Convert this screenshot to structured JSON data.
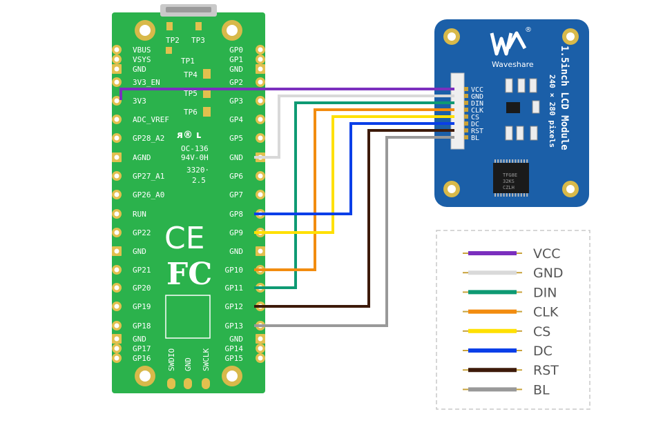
{
  "pico": {
    "left_pins": [
      "VBUS",
      "VSYS",
      "GND",
      "3V3_EN",
      "3V3",
      "ADC_VREF",
      "GP28_A2",
      "AGND",
      "GP27_A1",
      "GP26_A0",
      "RUN",
      "GP22",
      "GND",
      "GP21",
      "GP20",
      "GP19",
      "GP18",
      "GND",
      "GP17",
      "GP16"
    ],
    "right_pins": [
      "GP0",
      "GP1",
      "GND",
      "GP2",
      "GP3",
      "GP4",
      "GP5",
      "GND",
      "GP6",
      "GP7",
      "GP8",
      "GP9",
      "GND",
      "GP10",
      "GP11",
      "GP12",
      "GP13",
      "GND",
      "GP14",
      "GP15"
    ],
    "test_points": [
      "TP2",
      "TP3",
      "TP1",
      "TP4",
      "TP5",
      "TP6"
    ],
    "bottom_pins": [
      "SWDIO",
      "GND",
      "SWCLK"
    ],
    "marking_1": "OC-136",
    "marking_2": "94V-0H",
    "marking_3": "3320·",
    "marking_4": "2.5",
    "ce_mark": "CE",
    "fc_mark": "FC"
  },
  "lcd": {
    "brand": "Waveshare",
    "title": "1.5inch LCD Module",
    "resolution": "240 × 280 pixels",
    "pins": [
      "VCC",
      "GND",
      "DIN",
      "CLK",
      "CS",
      "DC",
      "RST",
      "BL"
    ],
    "chip_text_1": "TFG8E",
    "chip_text_2": "32KS",
    "chip_text_3": "CZLH"
  },
  "legend": [
    {
      "label": "VCC",
      "color": "#7B2FBE"
    },
    {
      "label": "GND",
      "color": "#D9D9D9"
    },
    {
      "label": "DIN",
      "color": "#0E9A73"
    },
    {
      "label": "CLK",
      "color": "#F28C0F"
    },
    {
      "label": "CS",
      "color": "#FFE000"
    },
    {
      "label": "DC",
      "color": "#0A3FE8"
    },
    {
      "label": "RST",
      "color": "#3D1A0A"
    },
    {
      "label": "BL",
      "color": "#999999"
    }
  ]
}
